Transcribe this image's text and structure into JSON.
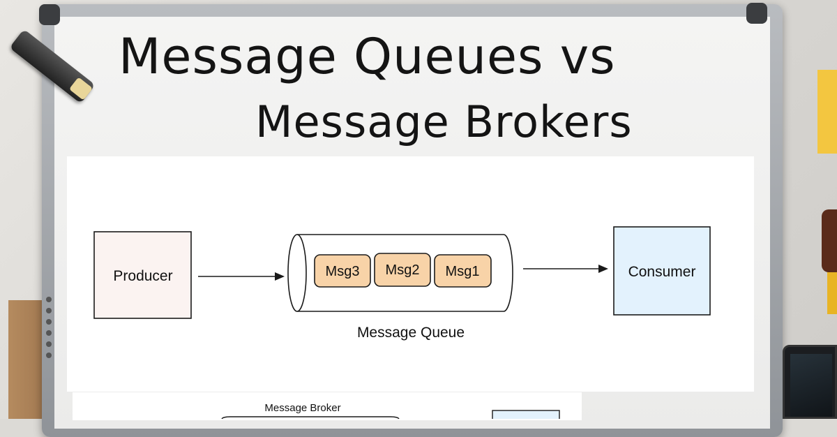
{
  "title": {
    "line1": "Message Queues vs",
    "line2": "Message Brokers"
  },
  "queue_diagram": {
    "producer": "Producer",
    "consumer": "Consumer",
    "queue_label": "Message Queue",
    "messages": [
      "Msg3",
      "Msg2",
      "Msg1"
    ]
  },
  "broker_diagram": {
    "label": "Message Broker"
  },
  "colors": {
    "producer_fill": "#fbf3f1",
    "consumer_fill": "#e3f2fd",
    "message_fill": "#f8d3a8",
    "stroke": "#1a1a1a"
  }
}
